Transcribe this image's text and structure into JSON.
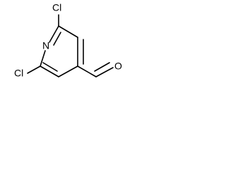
{
  "molecule": {
    "atoms": {
      "nitrogen": "N",
      "chlorine_top": "Cl",
      "chlorine_bottom": "Cl",
      "oxygen": "O"
    }
  }
}
